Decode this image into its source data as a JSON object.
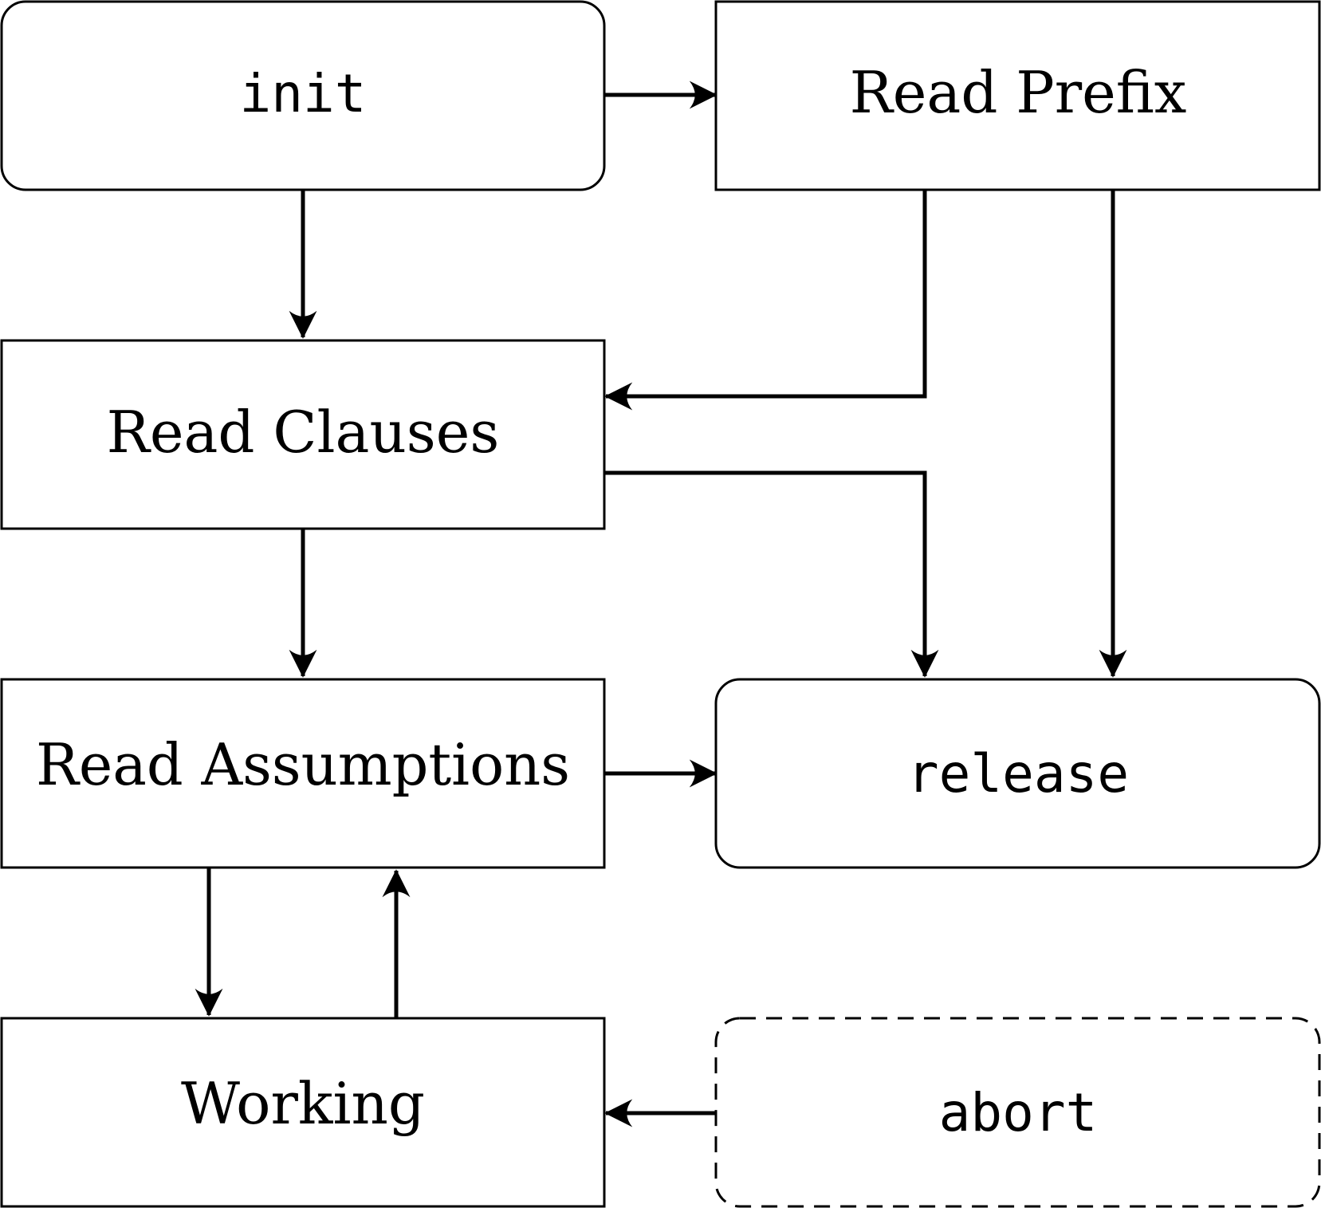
{
  "diagram": {
    "nodes": {
      "init": {
        "label": "init",
        "kind": "state"
      },
      "read_prefix": {
        "label": "Read Prefix",
        "kind": "step"
      },
      "read_clauses": {
        "label": "Read Clauses",
        "kind": "step"
      },
      "read_assumptions": {
        "label": "Read Assumptions",
        "kind": "step"
      },
      "release": {
        "label": "release",
        "kind": "state"
      },
      "working": {
        "label": "Working",
        "kind": "step"
      },
      "abort": {
        "label": "abort",
        "kind": "state-dashed"
      }
    },
    "edges": [
      {
        "from": "init",
        "to": "read_prefix"
      },
      {
        "from": "init",
        "to": "read_clauses"
      },
      {
        "from": "read_prefix",
        "to": "read_clauses"
      },
      {
        "from": "read_prefix",
        "to": "release"
      },
      {
        "from": "read_clauses",
        "to": "release"
      },
      {
        "from": "read_clauses",
        "to": "read_assumptions"
      },
      {
        "from": "read_assumptions",
        "to": "release"
      },
      {
        "from": "read_assumptions",
        "to": "working"
      },
      {
        "from": "working",
        "to": "read_assumptions"
      },
      {
        "from": "abort",
        "to": "working"
      }
    ]
  }
}
